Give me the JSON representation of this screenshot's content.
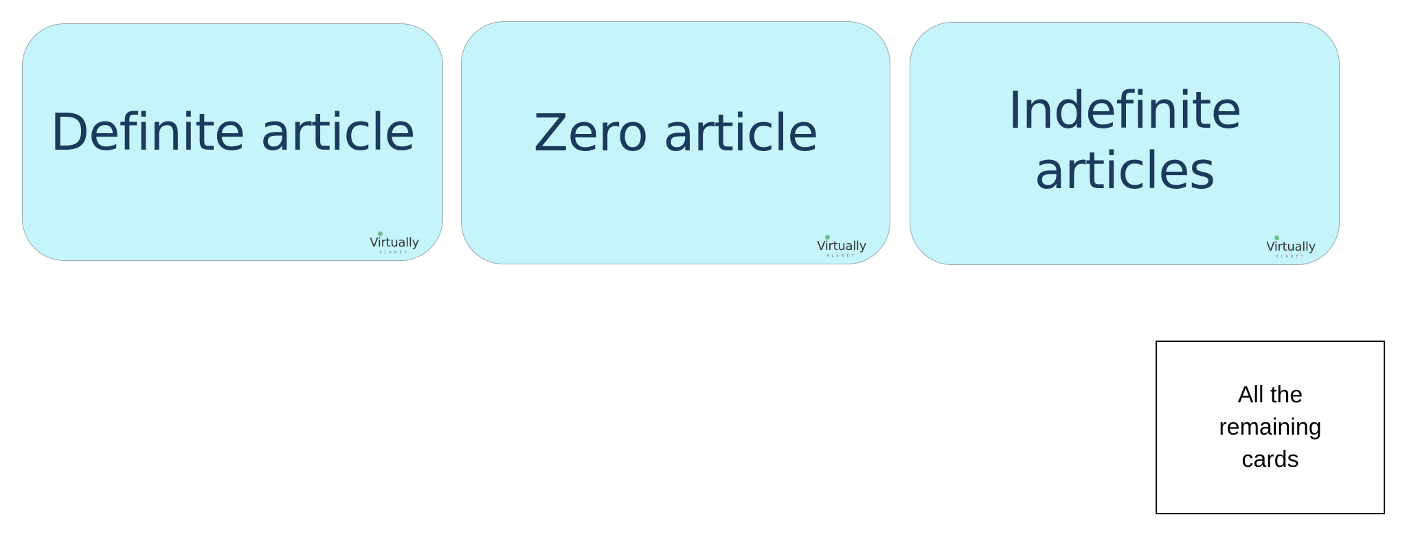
{
  "colors": {
    "card_fill": "#c5f5fb",
    "card_text": "#1b3a5c",
    "logo_dot": "#6fbf8a"
  },
  "cards": [
    {
      "label": "Definite article",
      "logo_text": "Virtually",
      "logo_sub": "PLANET"
    },
    {
      "label": "Zero article",
      "logo_text": "Virtually",
      "logo_sub": "PLANET"
    },
    {
      "label": "Indefinite\narticles",
      "logo_text": "Virtually",
      "logo_sub": "PLANET"
    }
  ],
  "remaining_box": {
    "text": "All the\nremaining\ncards"
  }
}
